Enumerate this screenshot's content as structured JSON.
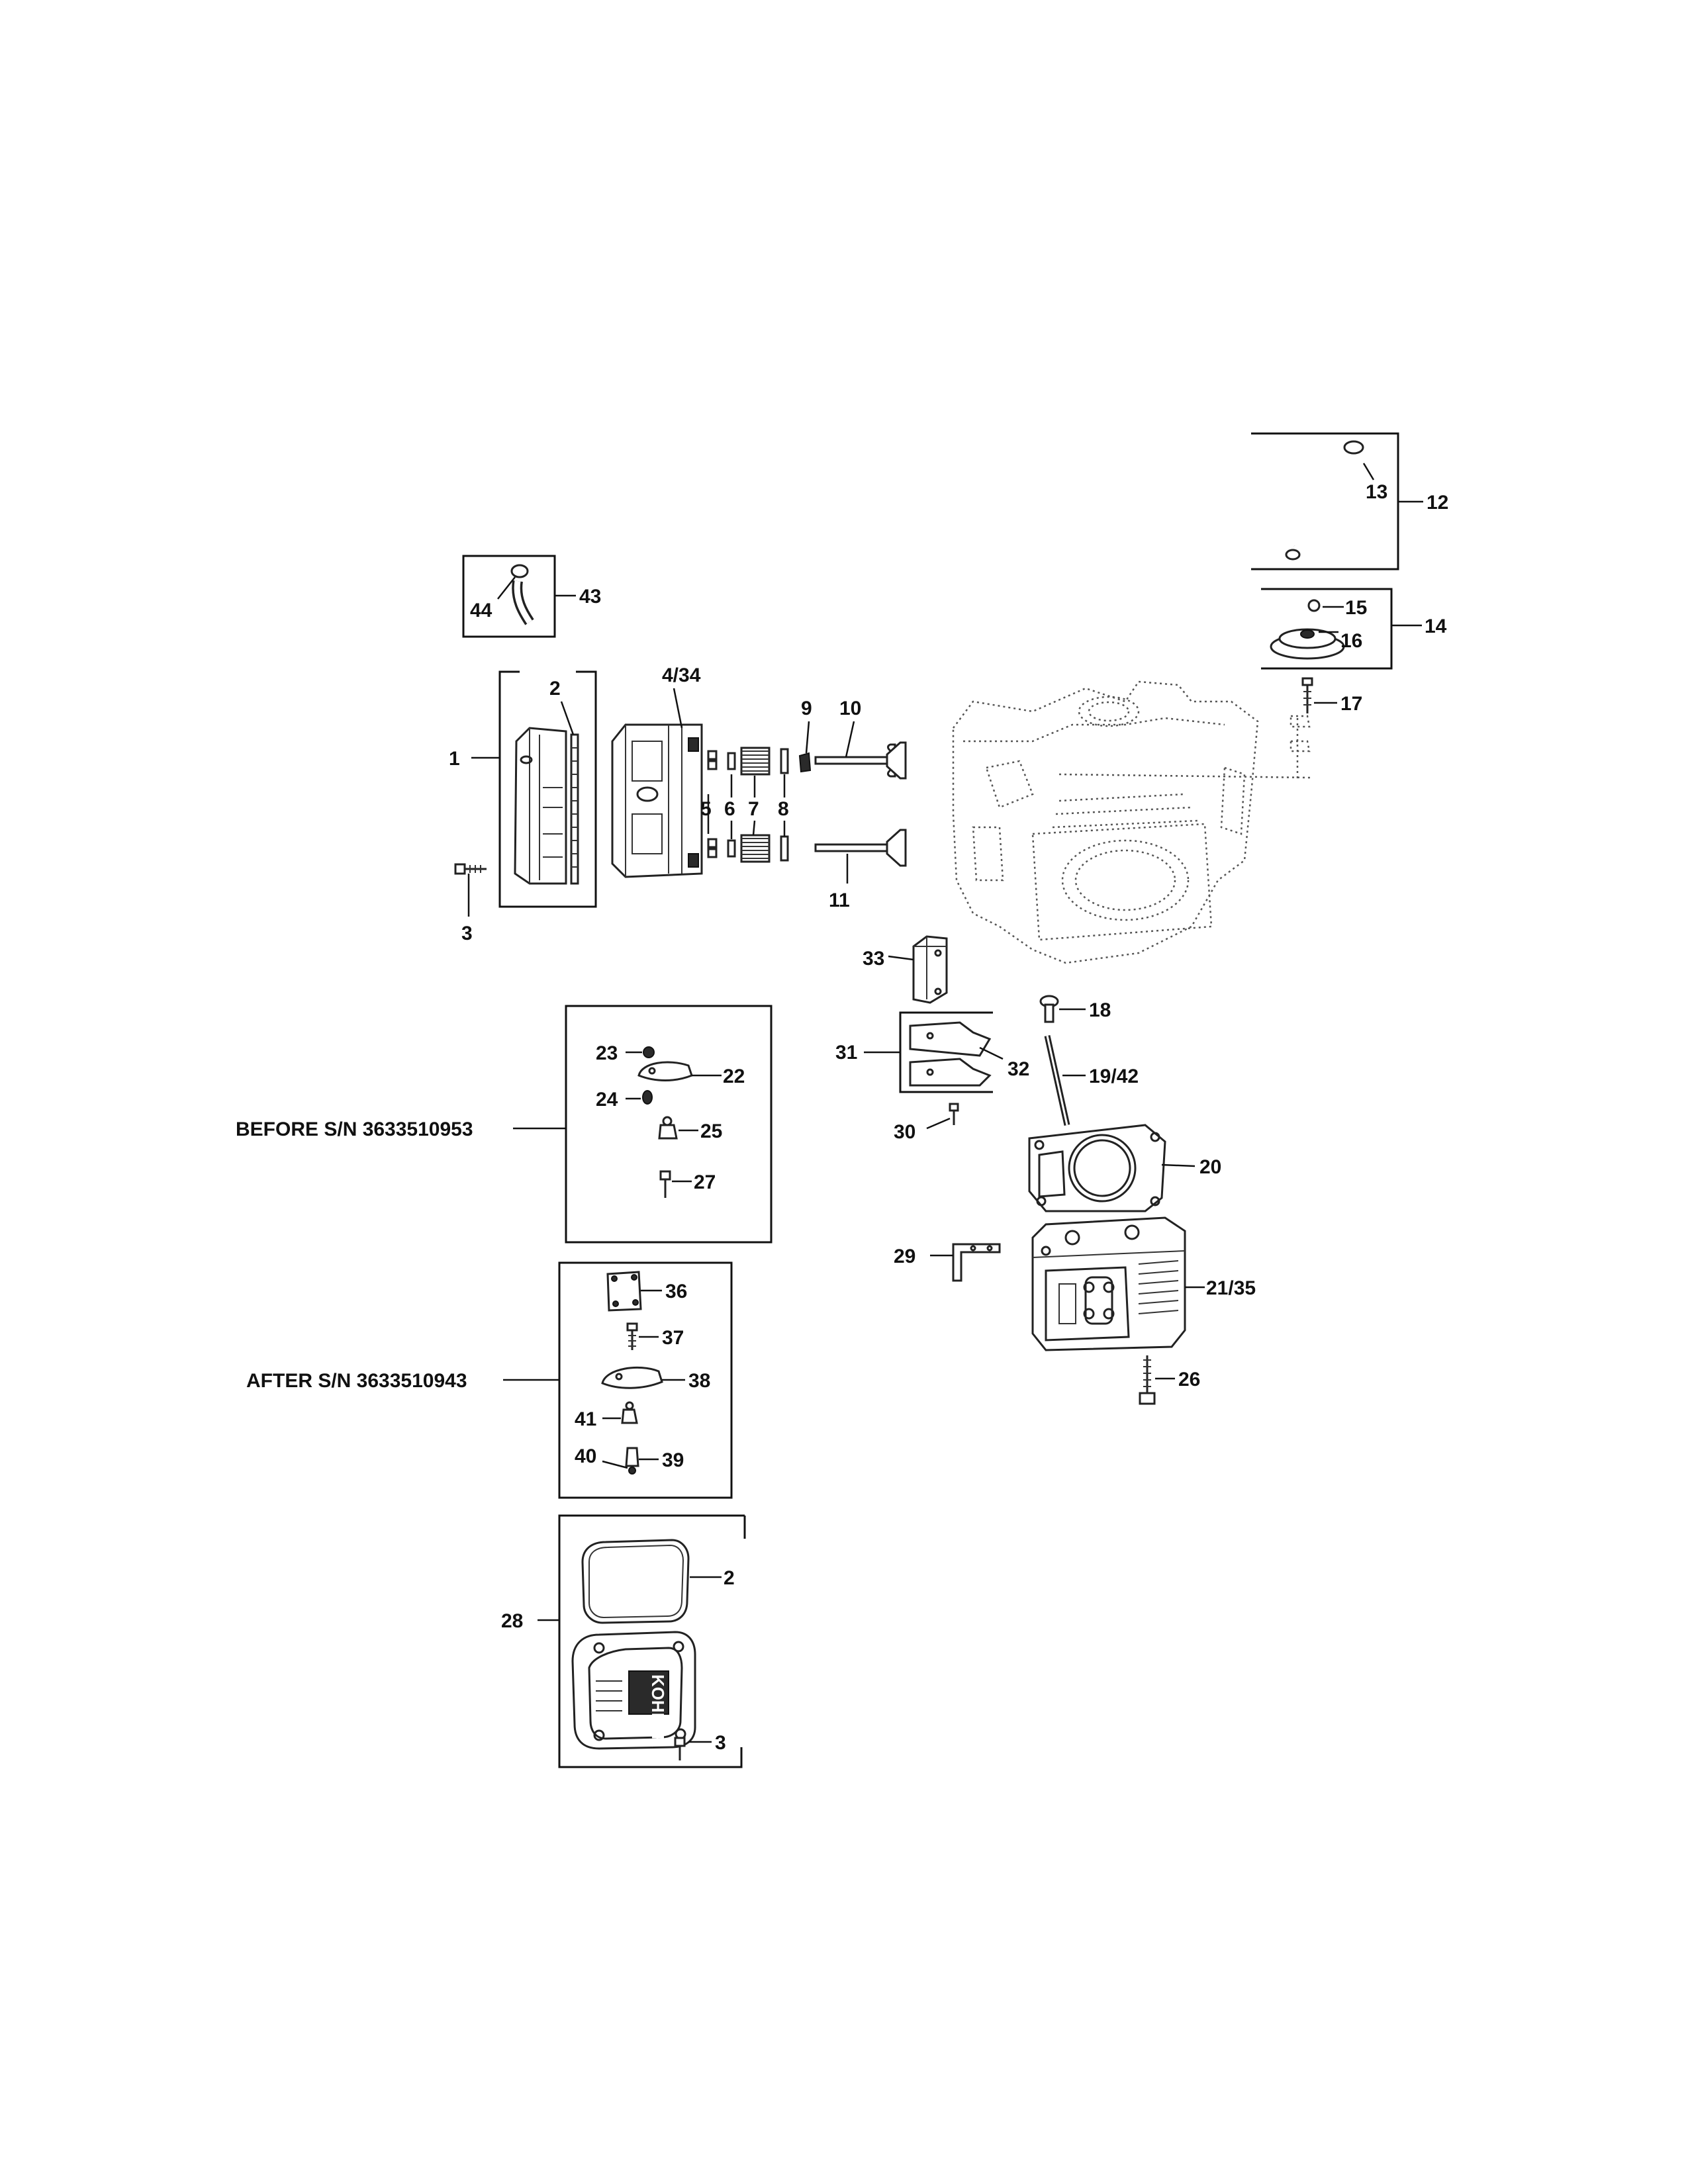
{
  "diagram": {
    "callouts": [
      "1",
      "2",
      "3",
      "4/34",
      "5",
      "6",
      "7",
      "8",
      "9",
      "10",
      "11",
      "12",
      "13",
      "14",
      "15",
      "16",
      "17",
      "18",
      "19/42",
      "20",
      "21/35",
      "22",
      "23",
      "24",
      "25",
      "26",
      "27",
      "28",
      "29",
      "30",
      "31",
      "32",
      "33",
      "36",
      "37",
      "38",
      "39",
      "40",
      "41",
      "43",
      "44"
    ],
    "notes": {
      "before": "BEFORE S/N 3633510953",
      "after": "AFTER S/N 3633510943"
    },
    "cover_text": "KOHLER"
  }
}
